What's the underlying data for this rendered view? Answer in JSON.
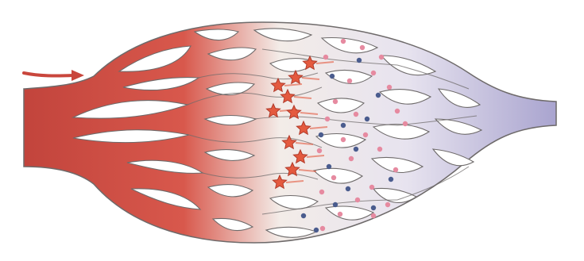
{
  "diagram": {
    "kind": "capillary-bed",
    "labels": [],
    "colors": {
      "arterial": "#d8584c",
      "arterial_dark": "#c2443c",
      "mid": "#f3ece8",
      "venous": "#a9a4cf",
      "venous_dark": "#8f8ac0",
      "vessel_outline": "#6e6a6a",
      "flow_arrow": "#c9463c",
      "star_fill": "#e45a3f",
      "star_outline": "#b23a2a",
      "particle_pink": "#e68aa0",
      "particle_blue": "#4a5c8e"
    },
    "icons": {
      "flow_arrow": "right-arrow-icon",
      "star": "star-icon",
      "particle": "dot-icon"
    },
    "counts": {
      "stars_shown": 11,
      "pink_particles_shown": 26,
      "blue_particles_shown": 14
    }
  }
}
